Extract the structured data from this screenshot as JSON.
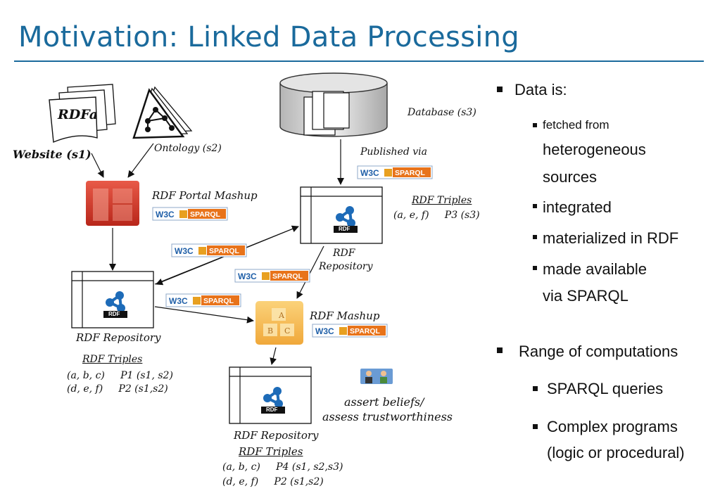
{
  "title": "Motivation: Linked Data Processing",
  "diagram": {
    "rdfa_label": "RDFa",
    "website_label": "Website (s1)",
    "ontology_label": "Ontology (s2)",
    "database_label": "Database (s3)",
    "published_via": "Published via",
    "portal_mashup": "RDF Portal Mashup",
    "repo_top_1": "RDF",
    "repo_top_2": "Repository",
    "triples_top_title": "RDF Triples",
    "triples_top_row": "(a, e, f)     P3 (s3)",
    "repo_left": "RDF Repository",
    "triples_left_title": "RDF Triples",
    "triples_left_row1": "(a, b, c)     P1 (s1, s2)",
    "triples_left_row2": "(d, e, f)     P2 (s1,s2)",
    "mashup": "RDF Mashup",
    "assert_1": "assert beliefs/",
    "assert_2": "assess trustworthiness",
    "repo_bottom": "RDF Repository",
    "triples_bottom_title": "RDF Triples",
    "triples_bottom_row1": "(a, b, c)     P4 (s1, s2,s3)",
    "triples_bottom_row2": "(d, e, f)     P2 (s1,s2)",
    "w3c": "W3C",
    "sparql": "SPARQL",
    "rdf": "RDF",
    "block_a": "A",
    "block_b": "B",
    "block_c": "C"
  },
  "bullets": {
    "b1": "Data is:",
    "b1_1a": "fetched from",
    "b1_1b": "heterogeneous",
    "b1_1c": "sources",
    "b1_2": "integrated",
    "b1_3": "materialized in RDF",
    "b1_4a": "made available",
    "b1_4b": "via SPARQL",
    "b2": "Range of computations",
    "b2_1": "SPARQL queries",
    "b2_2a": "Complex programs",
    "b2_2b": "(logic or procedural)"
  },
  "colors": {
    "title": "#1a6a9c",
    "sparql_orange": "#e8731a",
    "w3c_blue": "#1f5fa8",
    "rdf_blue": "#1d6bb8",
    "mashup_red": "#d23a2a"
  }
}
